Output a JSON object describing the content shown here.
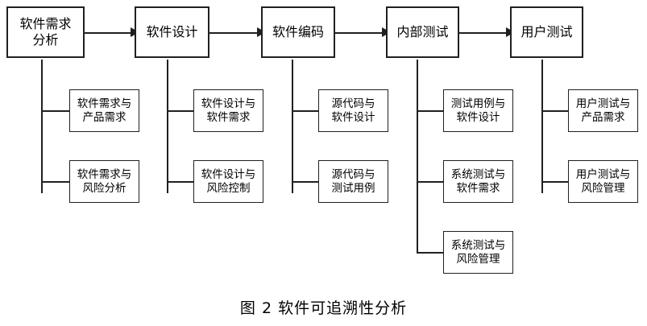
{
  "figure": {
    "caption": "图 2  软件可追溯性分析"
  },
  "diagram": {
    "type": "flowchart-traceability",
    "stages": [
      {
        "id": "requirements-analysis",
        "label": "软件需求\n分析",
        "children": [
          {
            "id": "req-vs-product",
            "label": "软件需求与\n产品需求"
          },
          {
            "id": "req-vs-risk",
            "label": "软件需求与\n风险分析"
          }
        ]
      },
      {
        "id": "software-design",
        "label": "软件设计",
        "children": [
          {
            "id": "design-vs-req",
            "label": "软件设计与\n软件需求"
          },
          {
            "id": "design-vs-riskctrl",
            "label": "软件设计与\n风险控制"
          }
        ]
      },
      {
        "id": "software-coding",
        "label": "软件编码",
        "children": [
          {
            "id": "code-vs-design",
            "label": "源代码与\n软件设计"
          },
          {
            "id": "code-vs-testcase",
            "label": "源代码与\n测试用例"
          }
        ]
      },
      {
        "id": "internal-testing",
        "label": "内部测试",
        "children": [
          {
            "id": "testcase-vs-design",
            "label": "测试用例与\n软件设计"
          },
          {
            "id": "systest-vs-req",
            "label": "系统测试与\n软件需求"
          },
          {
            "id": "systest-vs-riskmgmt",
            "label": "系统测试与\n风险管理"
          }
        ]
      },
      {
        "id": "user-testing",
        "label": "用户测试",
        "children": [
          {
            "id": "usertest-vs-product",
            "label": "用户测试与\n产品需求"
          },
          {
            "id": "usertest-vs-riskmgmt",
            "label": "用户测试与\n风险管理"
          }
        ]
      }
    ],
    "colors": {
      "stroke": "#231f20",
      "fill": "#ffffff",
      "text": "#000000"
    }
  }
}
